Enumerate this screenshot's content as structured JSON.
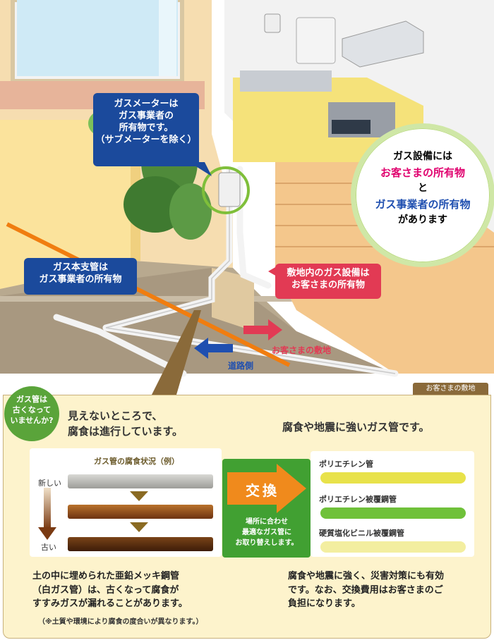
{
  "illustration": {
    "callout_meter": [
      "ガスメーターは",
      "ガス事業者の",
      "所有物です。",
      "（サブメーターを除く）"
    ],
    "callout_main_pipe": [
      "ガス本支管は",
      "ガス事業者の所有物"
    ],
    "callout_premises": [
      "敷地内のガス設備は",
      "お客さまの所有物"
    ],
    "info": {
      "line1": "ガス設備には",
      "line2": "お客さまの所有物",
      "line3": "と",
      "line4": "ガス事業者の所有物",
      "line5": "があります"
    },
    "arrow_customer": "お客さまの敷地",
    "arrow_road": "道路側",
    "colors": {
      "navy": "#1b4a9c",
      "red": "#e23a54",
      "orange": "#f07d10",
      "green_ring": "#7fbf3a"
    }
  },
  "panel": {
    "tag": "お客さまの敷地",
    "badge": [
      "ガス管は",
      "古くなって",
      "いませんか?"
    ],
    "left_title": [
      "見えないところで、",
      "腐食は進行しています。"
    ],
    "corrosion_caption": "ガス管の腐食状況（例）",
    "new_label": "新しい",
    "old_label": "古い",
    "left_body": [
      "土の中に埋められた亜鉛メッキ鋼管",
      "（白ガス管）は、古くなって腐食が",
      "すすみガスが漏れることがあります。"
    ],
    "left_note": "（※土質や環境により腐食の度合いが異なります。）",
    "exchange_label": "交換",
    "exchange_desc": [
      "場所に合わせ",
      "最適なガス管に",
      "お取り替えします。"
    ],
    "right_title": "腐食や地震に強いガス管です。",
    "pipes": [
      {
        "name": "ポリエチレン管",
        "color": "#e8e24a"
      },
      {
        "name": "ポリエチレン被覆鋼管",
        "color": "#6fc13a"
      },
      {
        "name": "硬質塩化ビニル被覆鋼管",
        "color": "#f3eea0"
      }
    ],
    "right_body": [
      "腐食や地震に強く、災害対策にも有効",
      "です。なお、交換費用はお客さまのご",
      "負担になります。"
    ]
  }
}
